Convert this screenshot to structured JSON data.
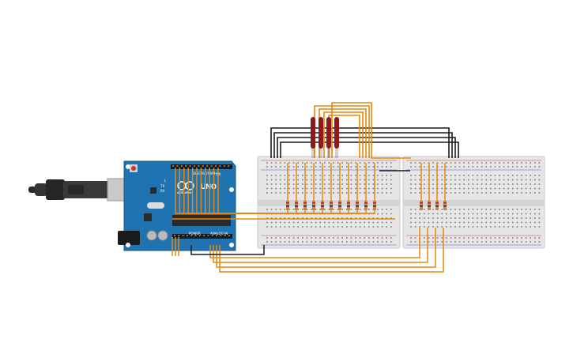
{
  "circuit": {
    "board": {
      "model_label": "UNO",
      "digital_label": "DIGITAL (PWM~)",
      "power_label": "POWER",
      "analog_label": "ANALOG IN",
      "brand_label": "ARDUINO",
      "tx_label": "TX",
      "rx_label": "RX",
      "l_label": "L",
      "on_label": "ON",
      "color": "#1f73b0"
    },
    "wire_color": "#e8860c",
    "ground_wire_color": "#1a1a1a",
    "led_color": "#8c1a1a",
    "resistor_color": "#c6874d",
    "rail_red": "#d23c3c",
    "rail_blue": "#3c62c8"
  }
}
